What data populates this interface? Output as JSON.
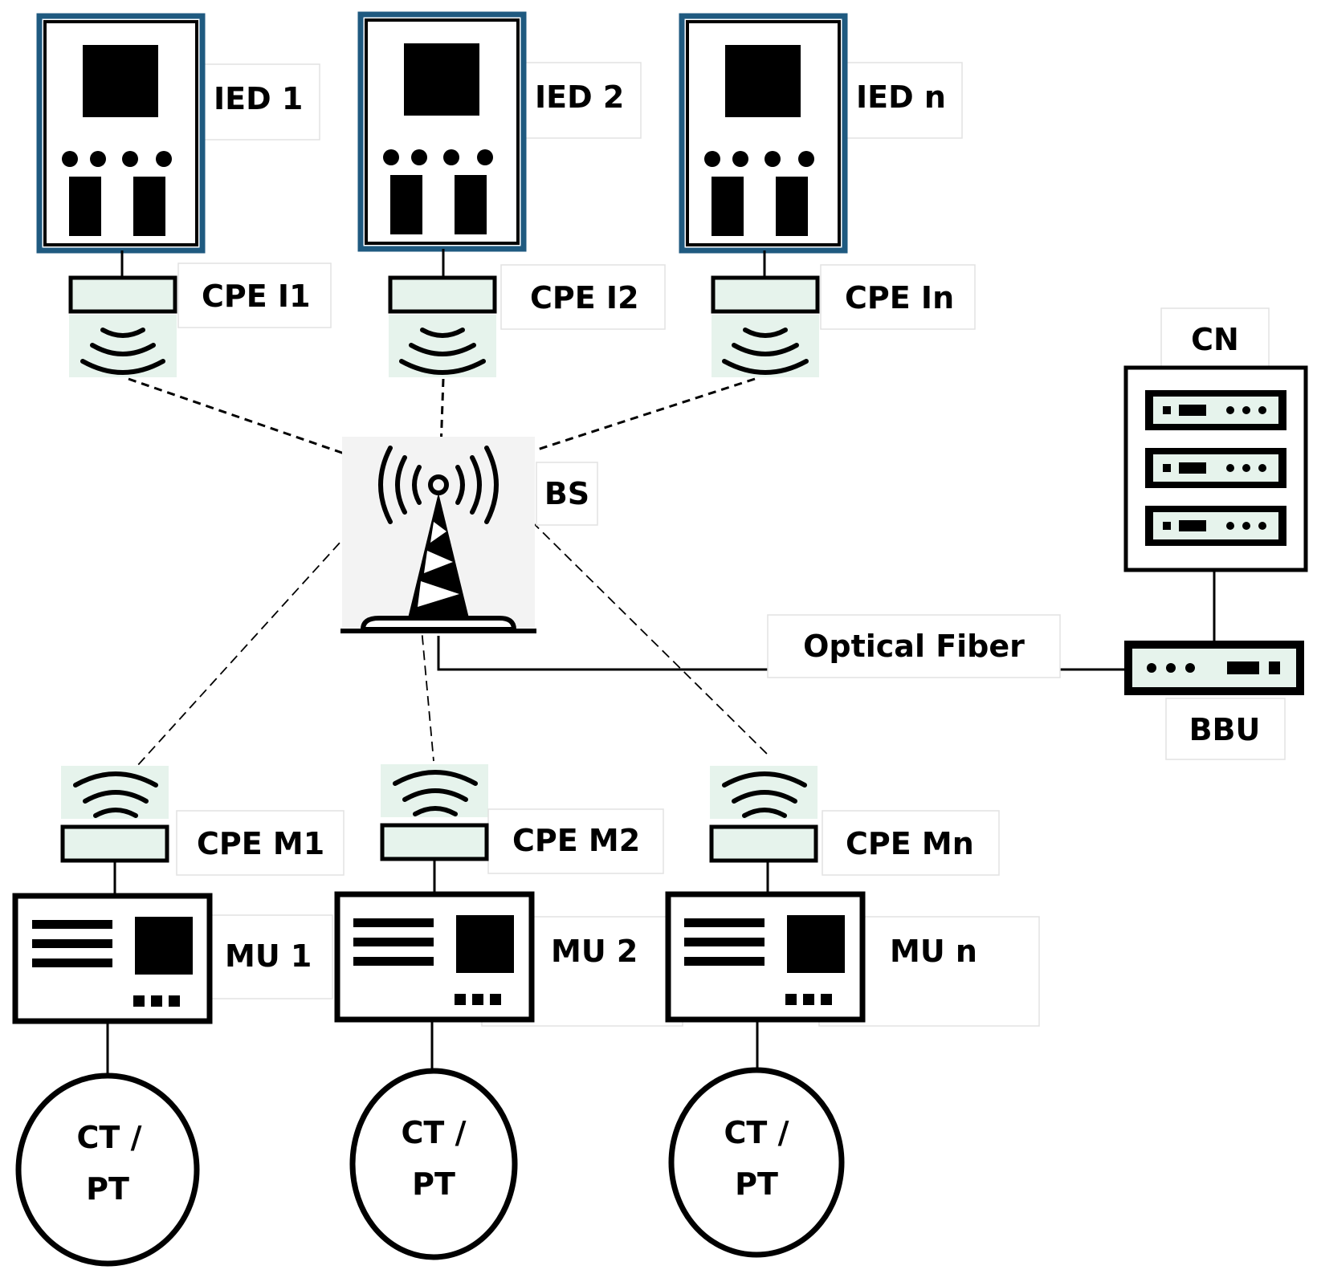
{
  "ieds": [
    {
      "label": "IED 1",
      "cpe": "CPE I1"
    },
    {
      "label": "IED 2",
      "cpe": "CPE I2"
    },
    {
      "label": "IED n",
      "cpe": "CPE In"
    }
  ],
  "base_station": {
    "label": "BS"
  },
  "core_network": {
    "label": "CN"
  },
  "bbu": {
    "label": "BBU"
  },
  "link": {
    "label": "Optical Fiber"
  },
  "merging_units": [
    {
      "cpe": "CPE M1",
      "label": "MU 1",
      "sensor_line1": "CT /",
      "sensor_line2": "PT"
    },
    {
      "cpe": "CPE M2",
      "label": "MU 2",
      "sensor_line1": "CT /",
      "sensor_line2": "PT"
    },
    {
      "cpe": "CPE Mn",
      "label": "MU n",
      "sensor_line1": "CT /",
      "sensor_line2": "PT"
    }
  ],
  "colors": {
    "ied_frame": "#1f5a80",
    "cpe_fill": "#e6f3ec",
    "ink": "#000000"
  }
}
